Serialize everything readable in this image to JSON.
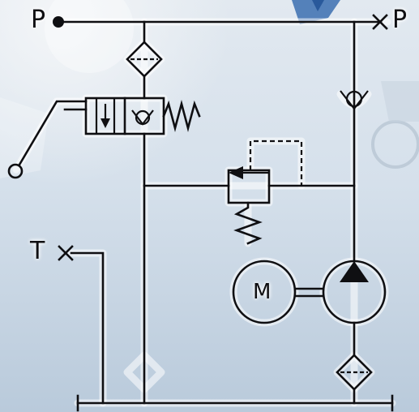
{
  "ports": {
    "pressure_left": "P",
    "pressure_right": "P",
    "tank": "T"
  },
  "motor": {
    "label": "M"
  },
  "colors": {
    "line": "#0f0f12",
    "background_light": "#dfe8f1",
    "background_dark": "#aabfd6",
    "glow": "#ffffff"
  }
}
